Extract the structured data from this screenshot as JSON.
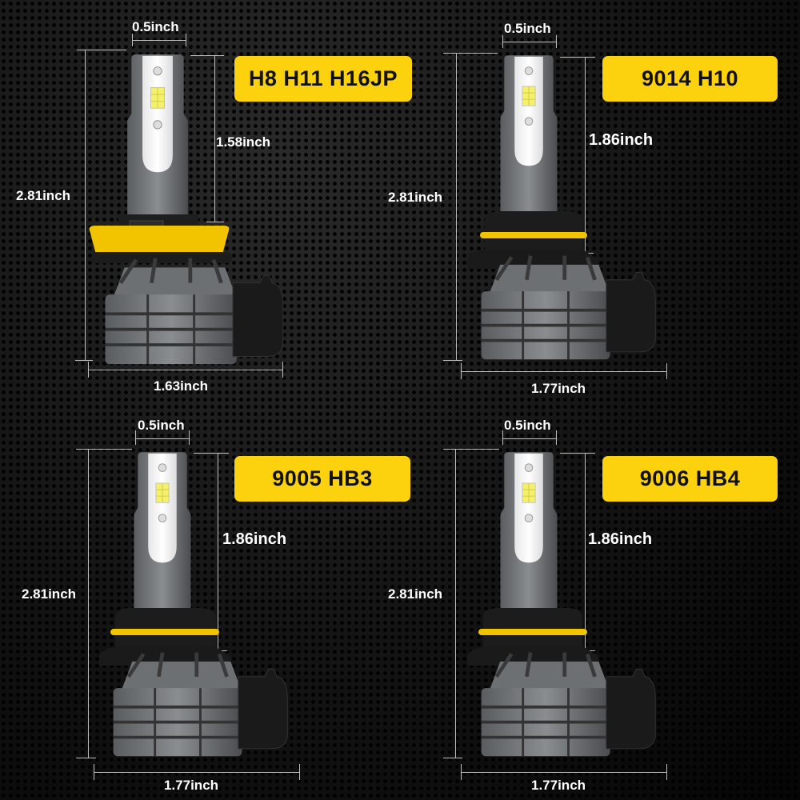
{
  "colors": {
    "badge_bg": "#fcd20f",
    "badge_text": "#111111",
    "label_text": "#ffffff",
    "ring_yellow": "#f2c400",
    "background": "#0b0b0b"
  },
  "panels": [
    {
      "badge": "H8 H11 H16JP",
      "width_top": "0.5inch",
      "total_height": "2.81inch",
      "upper_height": "1.58inch",
      "base_width": "1.63inch",
      "icon": "led-bulb-h11-icon"
    },
    {
      "badge": "9014 H10",
      "width_top": "0.5inch",
      "total_height": "2.81inch",
      "upper_height": "1.86inch",
      "base_width": "1.77inch",
      "icon": "led-bulb-9014-icon"
    },
    {
      "badge": "9005 HB3",
      "width_top": "0.5inch",
      "total_height": "2.81inch",
      "upper_height": "1.86inch",
      "base_width": "1.77inch",
      "icon": "led-bulb-9005-icon"
    },
    {
      "badge": "9006 HB4",
      "width_top": "0.5inch",
      "total_height": "2.81inch",
      "upper_height": "1.86inch",
      "base_width": "1.77inch",
      "icon": "led-bulb-9006-icon"
    }
  ]
}
